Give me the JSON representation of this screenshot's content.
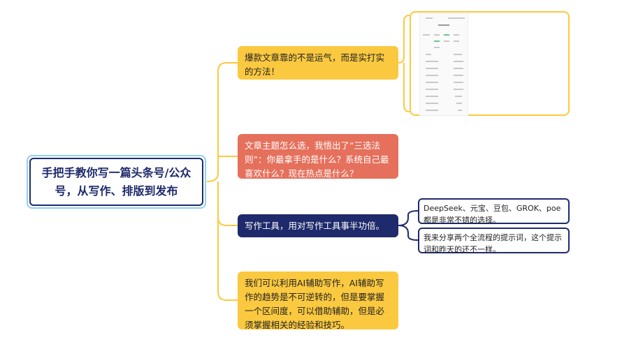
{
  "root": {
    "title": "手把手教你写一篇头条号/公众号，从写作、排版到发布"
  },
  "branches": [
    {
      "text": "爆款文章靠的不是运气，而是实打实的方法！"
    },
    {
      "text": "文章主题怎么选，我悟出了“三选法则”：你最拿手的是什么？系统自己最喜欢什么？现在热点是什么？"
    },
    {
      "text": "写作工具，用对写作工具事半功倍。"
    },
    {
      "text": "我们可以利用AI辅助写作，AI辅助写作的趋势是不可逆转的，但是要掌握一个区间度，可以借助辅助，但是必须掌握相关的经验和技巧。"
    }
  ],
  "tool_leaves": [
    {
      "text": "DeepSeek、元宝、豆包、GROK、poe都是非常不错的选择。"
    },
    {
      "text": "我来分享两个全流程的提示词，这个提示词和昨天的还不一样。"
    }
  ],
  "colors": {
    "yellow": "#fbc940",
    "red": "#e5705c",
    "navy": "#1e2a6b"
  }
}
